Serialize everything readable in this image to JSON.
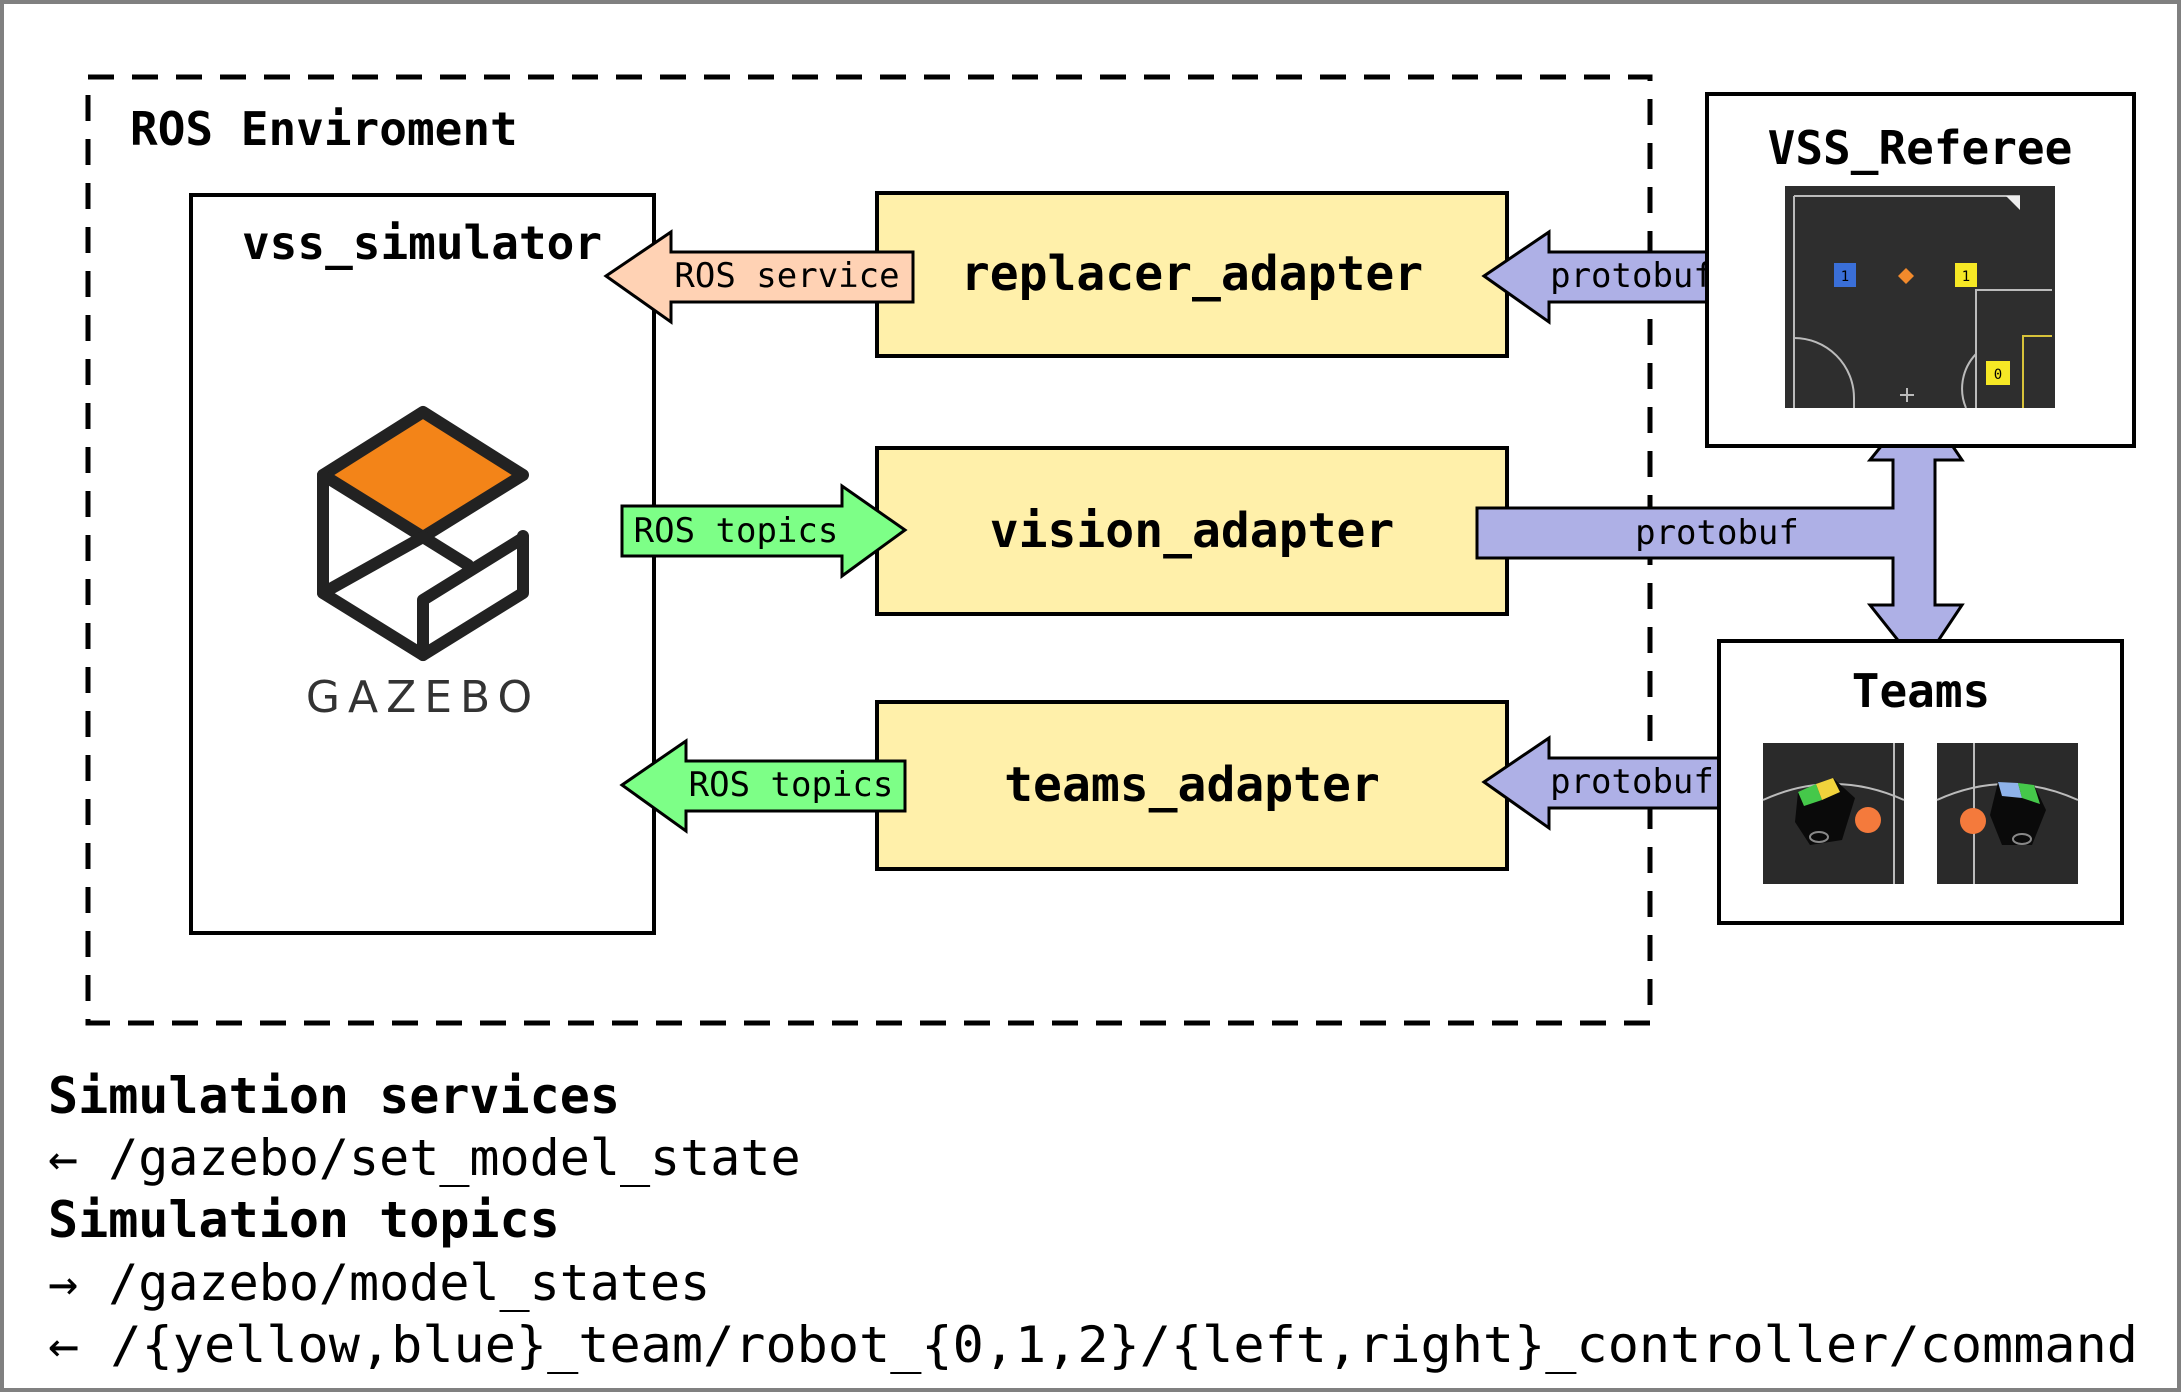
{
  "ros_environment": {
    "label": "ROS Enviroment"
  },
  "simulator": {
    "label": "vss_simulator",
    "logo_text": "GAZEBO",
    "logo_icon": "gazebo-logo-icon"
  },
  "adapters": {
    "replacer": "replacer_adapter",
    "vision": "vision_adapter",
    "teams": "teams_adapter"
  },
  "arrows": {
    "ros_service": "ROS service",
    "ros_topics_vision": "ROS topics",
    "ros_topics_teams": "ROS topics",
    "protobuf_replacer": "protobuf",
    "protobuf_vision": "protobuf",
    "protobuf_teams": "protobuf"
  },
  "referee": {
    "label": "VSS_Referee",
    "robot_labels": [
      "1",
      "1",
      "0"
    ]
  },
  "teams": {
    "label": "Teams"
  },
  "footer": {
    "services_title": "Simulation services",
    "services_line": "← /gazebo/set_model_state",
    "topics_title": "Simulation topics",
    "topics_line_1": "→ /gazebo/model_states",
    "topics_line_2": "← /{yellow,blue}_team/robot_{0,1,2}/{left,right}_controller/command"
  },
  "colors": {
    "adapter_fill": "#fff0aa",
    "service_arrow": "#ffd2b4",
    "topics_arrow": "#7dff87",
    "protobuf_arrow": "#aeb0e6",
    "gazebo_orange": "#f38418",
    "field_dark": "#2e2e2e",
    "border": "#808080"
  }
}
